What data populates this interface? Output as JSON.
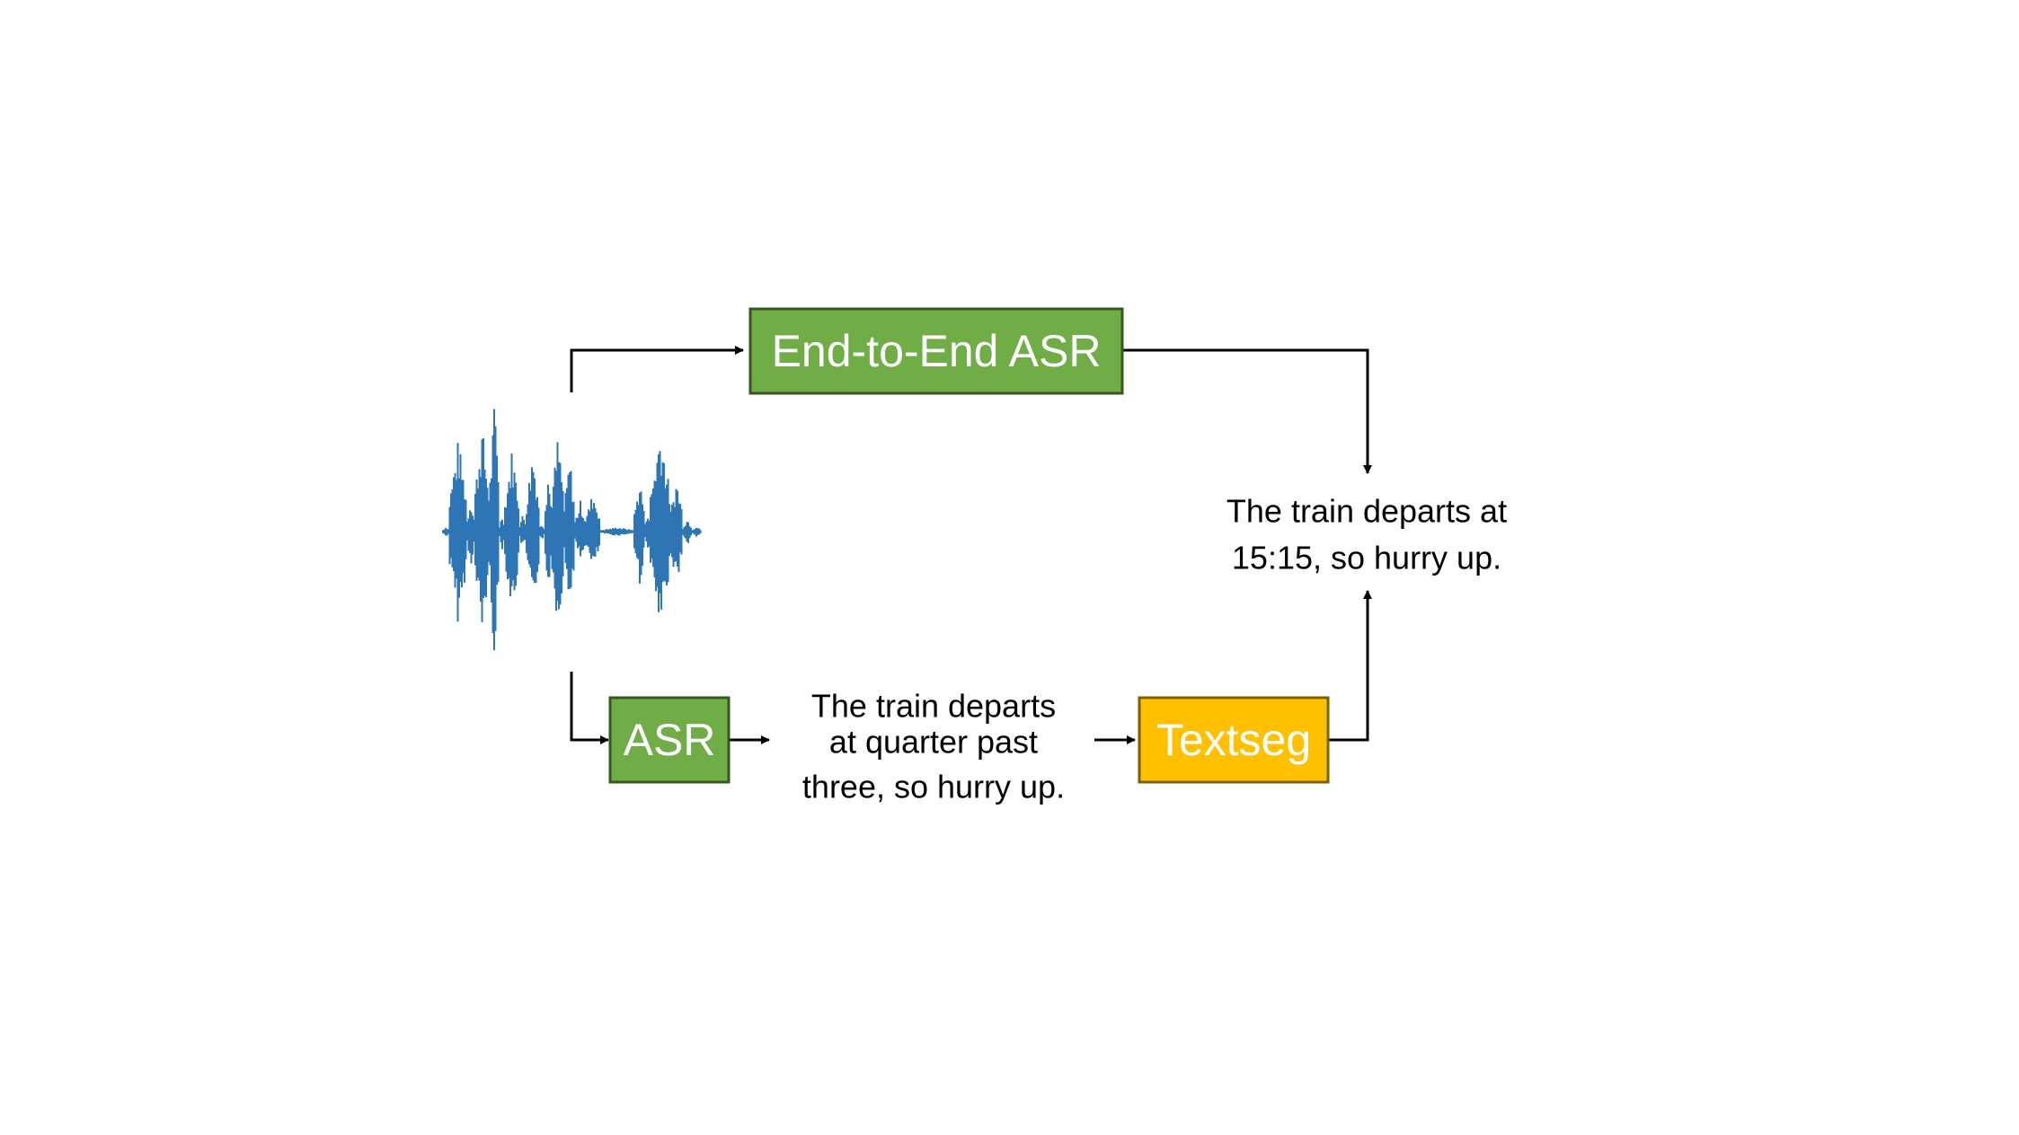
{
  "boxes": {
    "end_to_end_asr": {
      "label": "End-to-End ASR"
    },
    "asr": {
      "label": "ASR"
    },
    "textseg": {
      "label": "Textseg"
    }
  },
  "texts": {
    "asr_output": {
      "line1": "The train departs",
      "line2": "at quarter past",
      "line3": "three, so hurry up."
    },
    "final_output": {
      "line1": "The train departs at",
      "line2": "15:15, so hurry up."
    }
  },
  "colors": {
    "green_box": "#70AD47",
    "green_border": "#375623",
    "yellow_box": "#FFC000",
    "yellow_border": "#7F6000",
    "waveform": "#2E75B6"
  },
  "icons": {
    "audio": "audio-waveform-icon"
  }
}
